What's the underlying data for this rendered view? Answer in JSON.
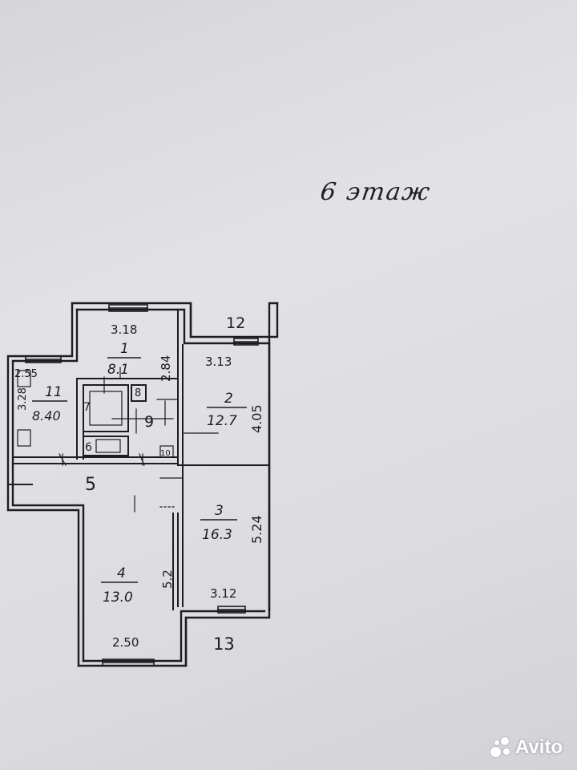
{
  "heading": "6 этаж",
  "watermark": {
    "text": "Avito",
    "icon": "avito-logo-icon"
  },
  "rooms": [
    {
      "number": "1",
      "area": "8.1",
      "width": "3.18",
      "length": "2.84"
    },
    {
      "number": "2",
      "area": "12.7",
      "width": "3.13",
      "length": "4.05"
    },
    {
      "number": "3",
      "area": "16.3",
      "width": "3.12",
      "length": "5.24"
    },
    {
      "number": "4",
      "area": "13.0",
      "width": "2.50",
      "length": "5.2"
    },
    {
      "number": "5"
    },
    {
      "number": "6"
    },
    {
      "number": "7"
    },
    {
      "number": "8"
    },
    {
      "number": "9"
    },
    {
      "number": "10"
    },
    {
      "number": "11",
      "area": "8.40",
      "width": "2.55",
      "length": "3.28"
    },
    {
      "number": "12"
    },
    {
      "number": "13"
    }
  ],
  "colors": {
    "paper": "#dcdcdf",
    "ink": "#1c1c22"
  }
}
